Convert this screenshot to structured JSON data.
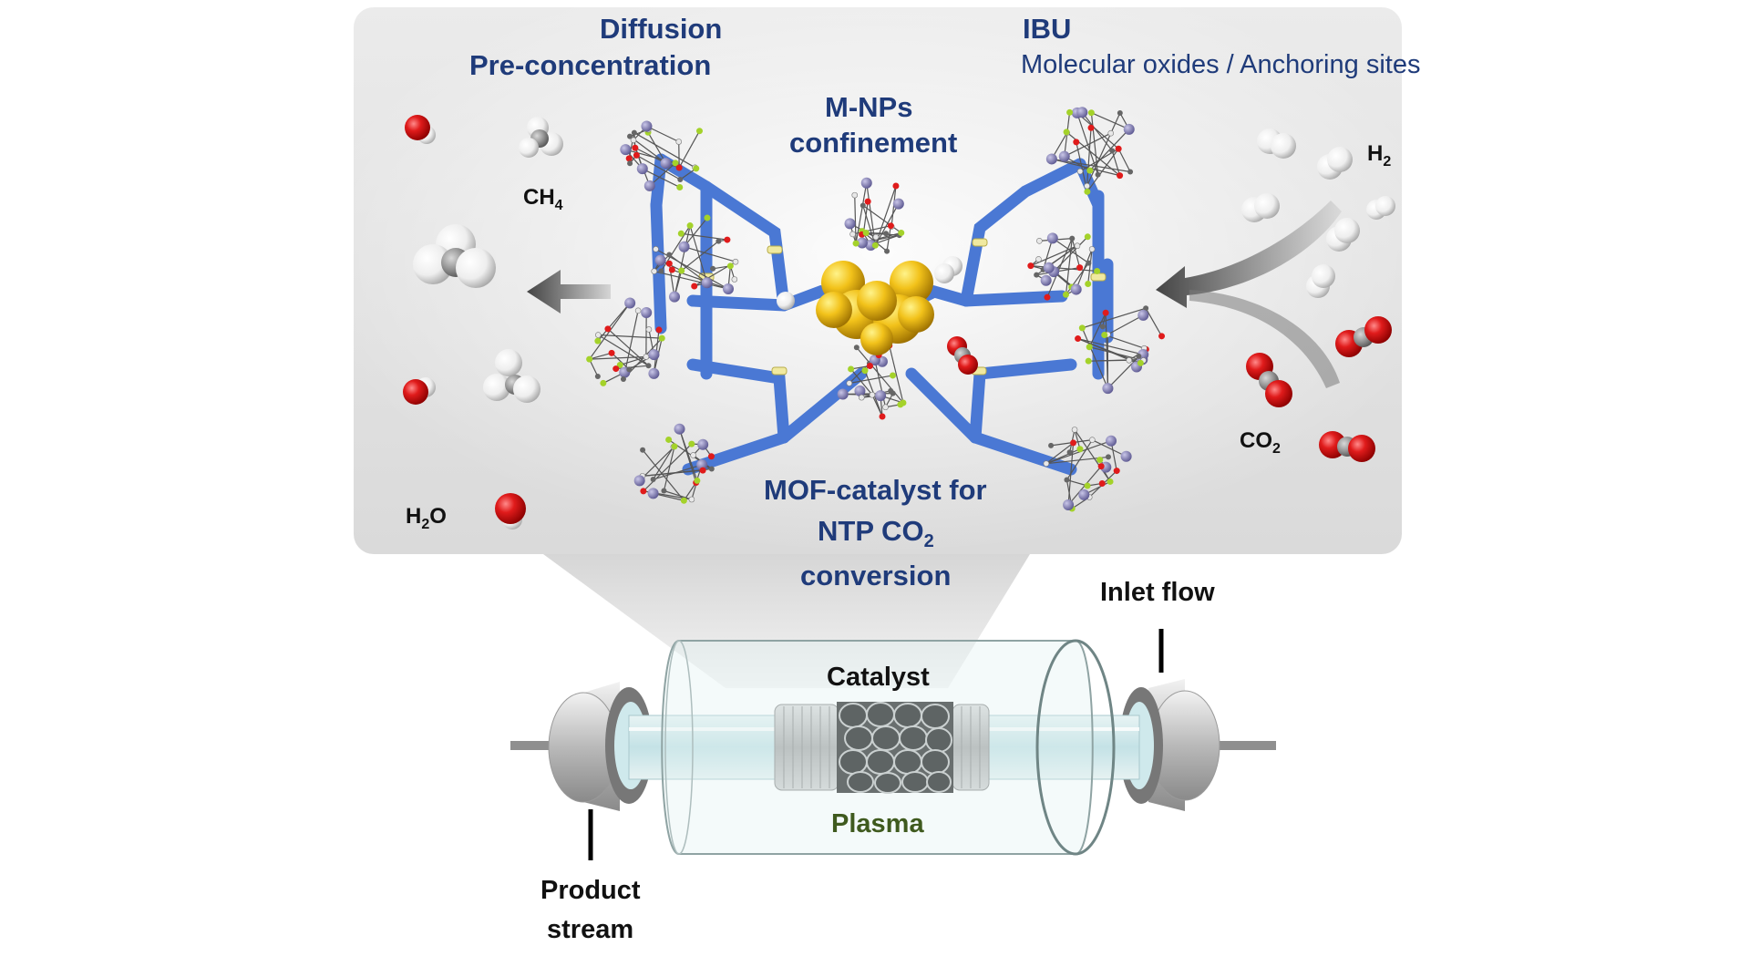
{
  "labels": {
    "diffusion": "Diffusion",
    "preconcentration": "Pre-concentration",
    "ibu": "IBU",
    "ibu_sub": "Molecular oxides / Anchoring sites",
    "mnps_1": "M-NPs",
    "mnps_2": "confinement",
    "mof_1": "MOF-catalyst for",
    "mof_2a": "NTP CO",
    "mof_2sub": "2",
    "mof_3": "conversion",
    "catalyst": "Catalyst",
    "plasma": "Plasma",
    "inlet": "Inlet flow",
    "product_1": "Product",
    "product_2": "stream"
  },
  "molecules": {
    "ch4": "CH",
    "ch4_sub": "4",
    "h2o": "H",
    "h2o_sub": "2",
    "h2o_tail": "O",
    "h2": "H",
    "h2_sub": "2",
    "co2": "CO",
    "co2_sub": "2"
  },
  "colors": {
    "title_blue": "#1f3b7a",
    "linker_blue": "#4a78d4",
    "oxygen_red": "#e01b1b",
    "carbon_gray": "#9a9a9a",
    "hydrogen_white": "#f2f2f2",
    "metal_gold": "#f2c21a",
    "plasma_green": "#3f5a1e"
  }
}
